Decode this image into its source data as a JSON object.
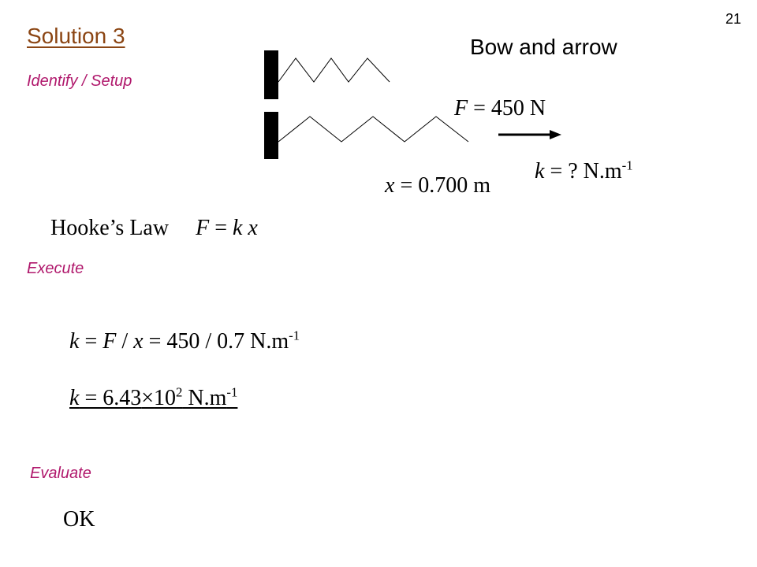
{
  "slide_number": "21",
  "title": "Solution  3",
  "subtitle": "Bow and arrow",
  "sections": {
    "identify": "Identify / Setup",
    "execute": "Execute",
    "evaluate": "Evaluate"
  },
  "diagram": {
    "force": {
      "var": "F",
      "rest": " = 450  N"
    },
    "k_unknown": {
      "var": "k",
      "rest": " = ?  N.m",
      "exp": "-1"
    },
    "displacement": {
      "var": "x",
      "rest": " = 0.700  m"
    }
  },
  "hookes_law": {
    "label": "Hooke’s Law",
    "F": "F",
    "eq": " = ",
    "k": "k",
    "x": "x"
  },
  "execute": {
    "line1": {
      "k": "k",
      "p1": " = ",
      "F": "F",
      "p2": " / ",
      "x": "x",
      "p3": " = 450 / 0.7   N.m",
      "exp": "-1"
    },
    "line2": {
      "k": "k",
      "p1": " = 6.43",
      "times": "×",
      "p2": "10",
      "exp1": "2",
      "p3": " N.m",
      "exp2": "-1"
    }
  },
  "evaluate": {
    "result": "OK"
  },
  "colors": {
    "title": "#8B4513",
    "section": "#B0186C"
  }
}
